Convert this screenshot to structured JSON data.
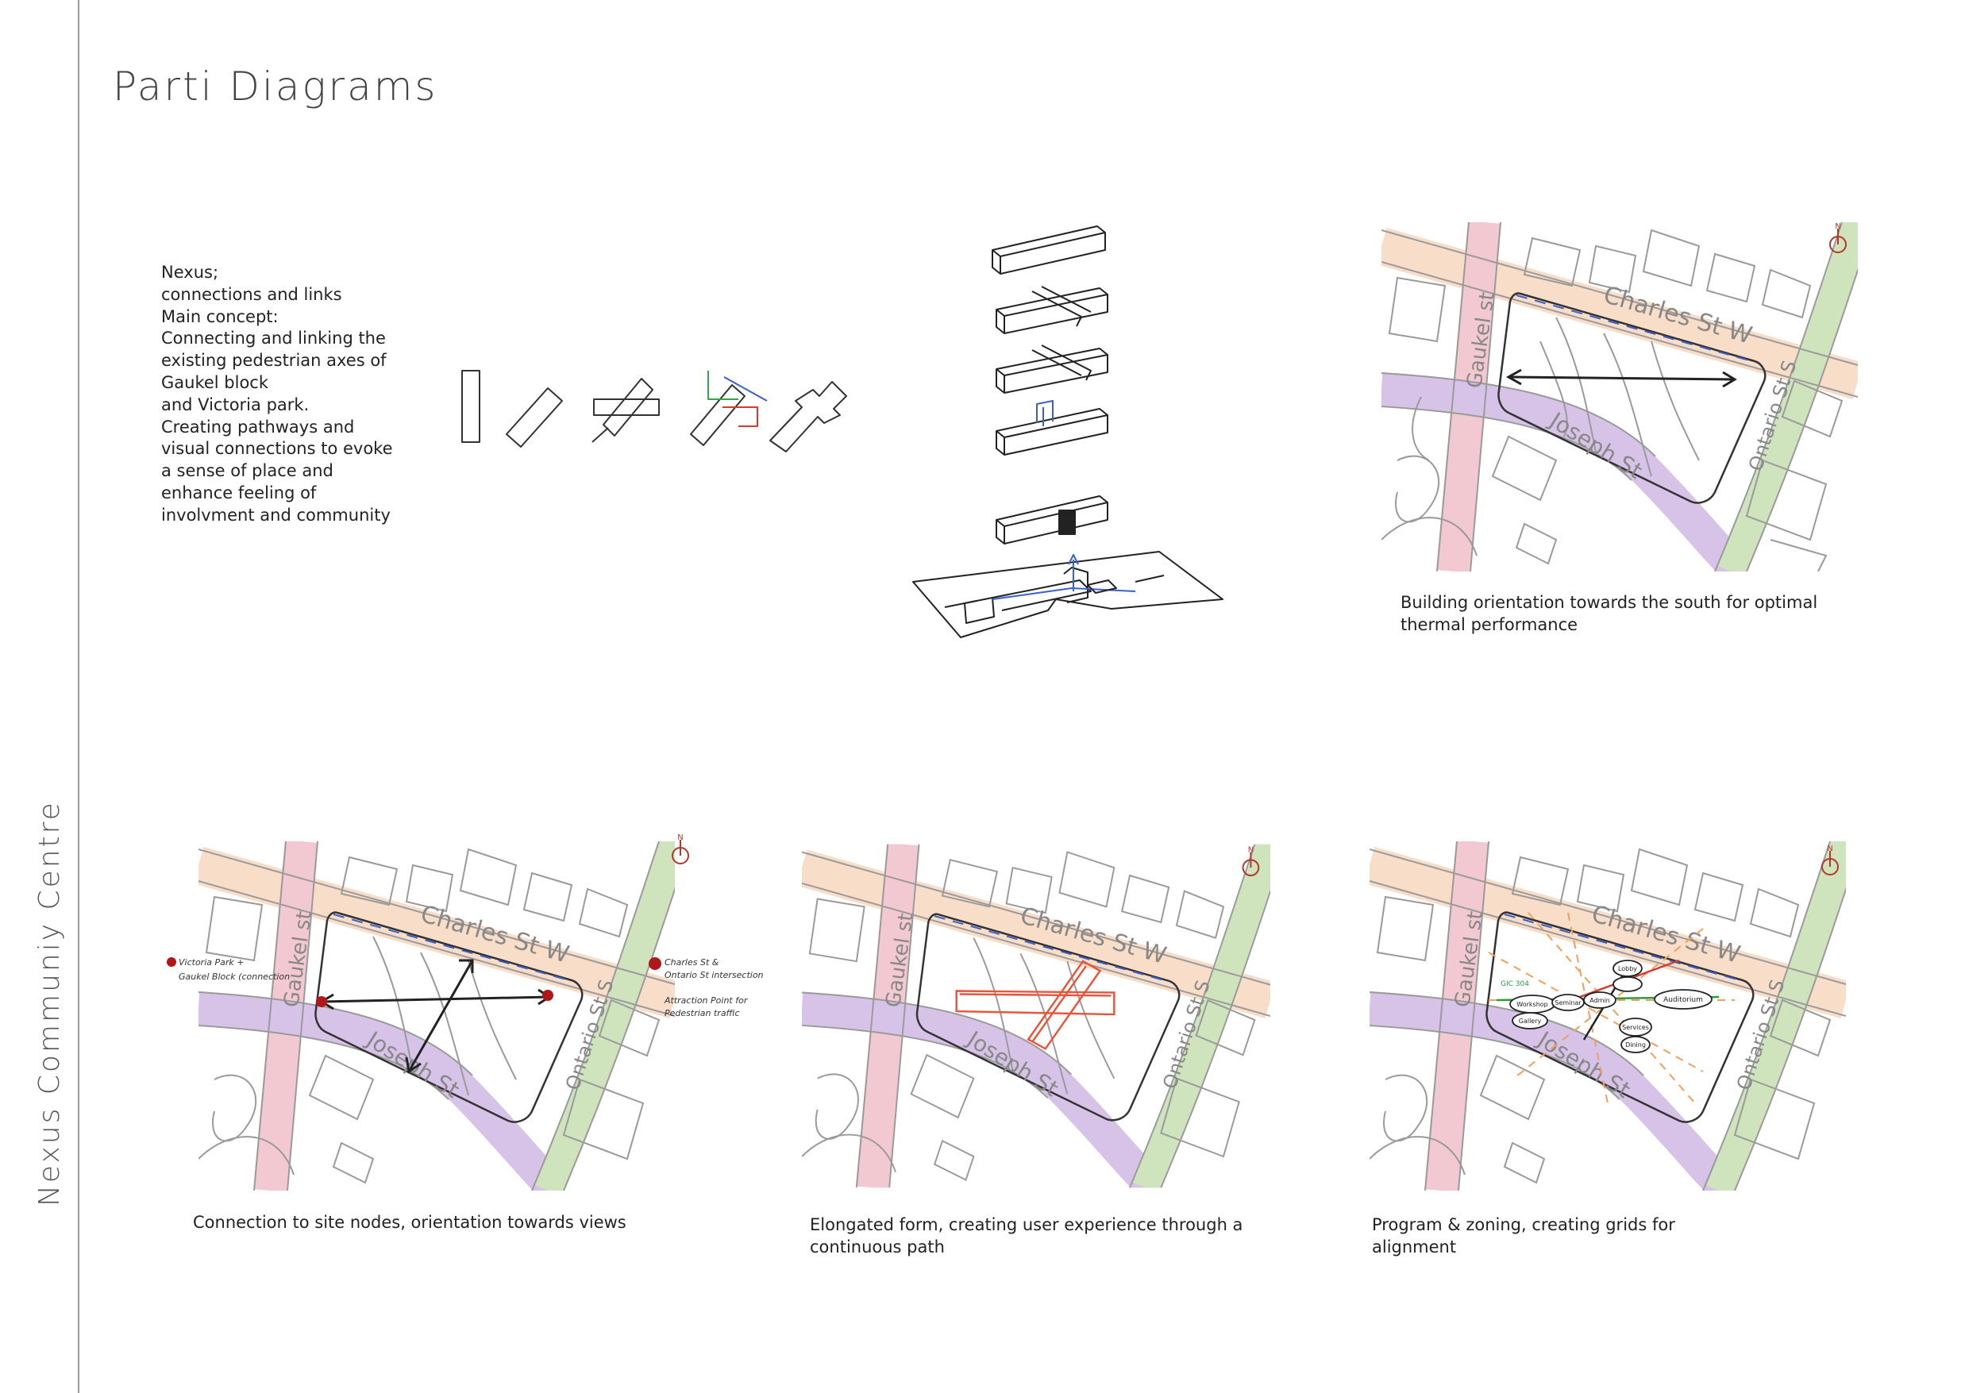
{
  "side_title": "Nexus Communiy Centre",
  "page_title": "Parti Diagrams",
  "concept_lines": [
    "Nexus;",
    "connections and links",
    "Main concept:",
    "Connecting and linking the",
    "existing pedestrian axes of",
    "Gaukel block",
    "and Victoria park.",
    "Creating pathways and",
    "visual connections to evoke",
    "a sense of place and",
    "enhance feeling of",
    "involvment and community"
  ],
  "map_labels": {
    "charles": "Charles St W",
    "gaukel": "Gaukel st",
    "joseph": "Joseph St",
    "ontario": "Ontario St S",
    "north": "N"
  },
  "panel2_notes": {
    "left_line1": "Victoria Park +",
    "left_line2": "Gaukel Block (connection)",
    "right_line1": "Charles St &",
    "right_line2": "Ontario St intersection",
    "right_line3": "Attraction Point for",
    "right_line4": "Pedestrian traffic"
  },
  "panel4_labels": {
    "left_tag": "GIC 304",
    "workshop": "Workshop",
    "gallery": "Gallery",
    "seminar": "Seminar",
    "admin": "Admin",
    "auditorium": "Auditorium",
    "services": "Services",
    "dining": "Dining",
    "top": "Lobby"
  },
  "captions": {
    "orientation_line1": "Building orientation towards the south for optimal",
    "orientation_line2": "thermal performance",
    "nodes": "Connection to site nodes, orientation towards views",
    "elongated_line1": "Elongated form, creating user experience through a",
    "elongated_line2": "continuous path",
    "program_line1": "Program & zoning, creating grids for",
    "program_line2": "alignment"
  },
  "colors": {
    "pink_street": "#f3c9d1",
    "peach_street": "#f8ddc8",
    "purple_street": "#d7c2e8",
    "green_street": "#cfe3bd",
    "sketch_line": "#888888",
    "form_red": "#e8553a",
    "grid_orange": "#f0a05a",
    "node_red": "#b01818",
    "blue_accent": "#3a5fcf"
  }
}
